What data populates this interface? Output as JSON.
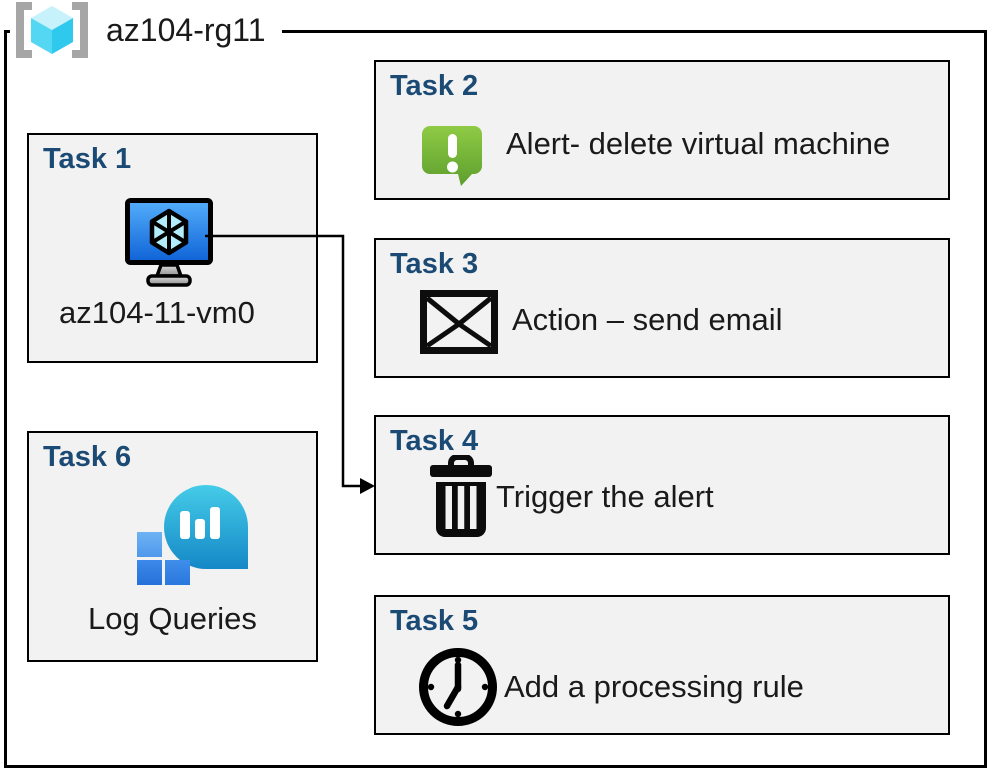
{
  "header": {
    "title": "az104-rg11",
    "icon": "resource-group-icon"
  },
  "tasks": [
    {
      "heading": "Task 1",
      "label": "az104-11-vm0",
      "icon": "virtual-machine-icon"
    },
    {
      "heading": "Task 2",
      "label": "Alert- delete virtual machine",
      "icon": "alert-message-icon"
    },
    {
      "heading": "Task 3",
      "label": "Action – send email",
      "icon": "email-envelope-icon"
    },
    {
      "heading": "Task 4",
      "label": "Trigger the alert",
      "icon": "delete-trash-icon"
    },
    {
      "heading": "Task 5",
      "label": "Add a processing rule",
      "icon": "clock-icon"
    },
    {
      "heading": "Task 6",
      "label": "Log Queries",
      "icon": "log-analytics-icon"
    }
  ],
  "connector": {
    "from": "Task 1",
    "to": "Task 4"
  },
  "colors": {
    "task_heading_blue": "#1b4a74",
    "box_background": "#f2f2f2",
    "box_border": "#000000",
    "alert_green": "#76b93a",
    "vm_screen_blue": "#1e7be0",
    "log_teal": "#28a9d8",
    "log_square_blue": "#2e7de2",
    "rg_cube_cyan": "#50d8f4",
    "bracket_gray": "#a6a6a6"
  }
}
